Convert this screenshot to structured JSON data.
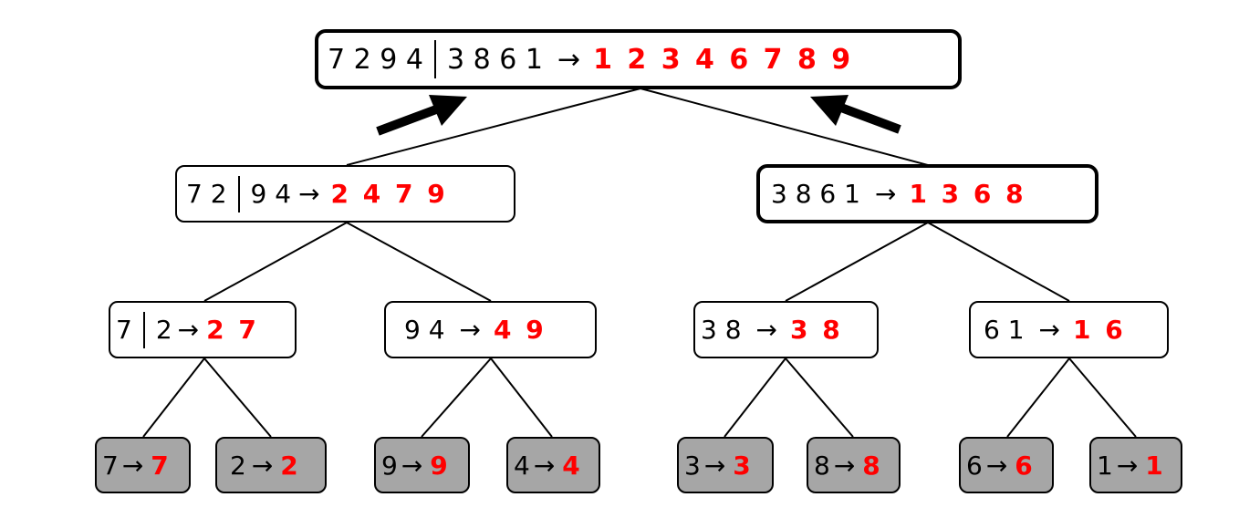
{
  "colors": {
    "output": "#ff0000",
    "leaf_fill": "#a6a6a6",
    "border": "#000000",
    "edge": "#000000"
  },
  "arrow_symbol": "→",
  "icons": {
    "up_right": "up-right-arrow-icon",
    "up_left": "up-left-arrow-icon"
  },
  "nodes": {
    "root": {
      "left_part": "7 2 9 4",
      "right_part": "3 8 6 1",
      "output": "1 2 3 4 6 7 8 9"
    },
    "l": {
      "left_part": "7 2",
      "right_part": "9 4",
      "output": "2 4 7 9"
    },
    "r": {
      "input": "3 8 6 1",
      "output": "1 3 6 8"
    },
    "ll": {
      "left_part": "7",
      "right_part": "2",
      "output": "2 7"
    },
    "lr": {
      "input": "9 4",
      "output": "4 9"
    },
    "rl": {
      "input": "3 8",
      "output": "3 8"
    },
    "rr": {
      "input": "6 1",
      "output": "1 6"
    },
    "leaf_7": {
      "input": "7",
      "output": "7"
    },
    "leaf_2": {
      "input": "2",
      "output": "2"
    },
    "leaf_9": {
      "input": "9",
      "output": "9"
    },
    "leaf_4": {
      "input": "4",
      "output": "4"
    },
    "leaf_3": {
      "input": "3",
      "output": "3"
    },
    "leaf_8": {
      "input": "8",
      "output": "8"
    },
    "leaf_6": {
      "input": "6",
      "output": "6"
    },
    "leaf_1": {
      "input": "1",
      "output": "1"
    }
  }
}
